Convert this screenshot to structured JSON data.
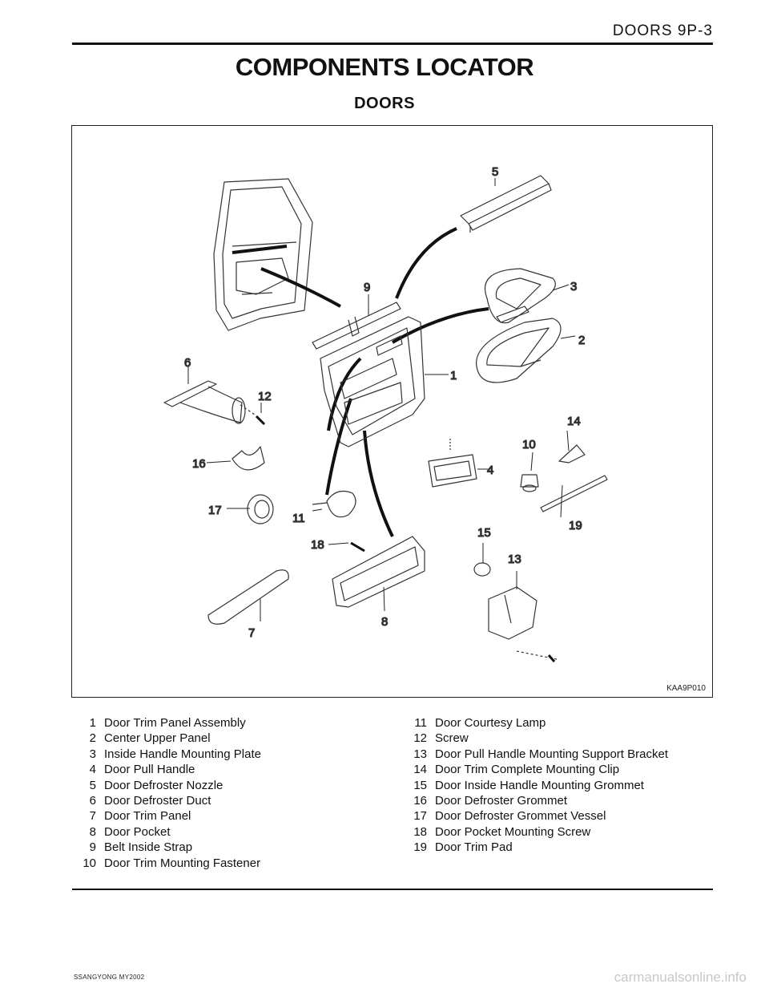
{
  "header": {
    "section": "DOORS  9P-3"
  },
  "title": "COMPONENTS LOCATOR",
  "subtitle": "DOORS",
  "figure": {
    "code": "KAA9P010",
    "callouts": [
      "1",
      "2",
      "3",
      "4",
      "5",
      "6",
      "7",
      "8",
      "9",
      "10",
      "11",
      "12",
      "13",
      "14",
      "15",
      "16",
      "17",
      "18",
      "19"
    ]
  },
  "legend": {
    "left": [
      {
        "num": "1",
        "text": "Door Trim Panel Assembly"
      },
      {
        "num": "2",
        "text": "Center Upper Panel"
      },
      {
        "num": "3",
        "text": "Inside Handle Mounting Plate"
      },
      {
        "num": "4",
        "text": "Door Pull Handle"
      },
      {
        "num": "5",
        "text": "Door Defroster Nozzle"
      },
      {
        "num": "6",
        "text": "Door Defroster Duct"
      },
      {
        "num": "7",
        "text": "Door Trim Panel"
      },
      {
        "num": "8",
        "text": "Door Pocket"
      },
      {
        "num": "9",
        "text": "Belt Inside Strap"
      },
      {
        "num": "10",
        "text": "Door Trim Mounting Fastener"
      }
    ],
    "right": [
      {
        "num": "11",
        "text": "Door Courtesy Lamp"
      },
      {
        "num": "12",
        "text": "Screw"
      },
      {
        "num": "13",
        "text": "Door Pull Handle Mounting Support Bracket"
      },
      {
        "num": "14",
        "text": "Door Trim Complete Mounting Clip"
      },
      {
        "num": "15",
        "text": "Door Inside Handle Mounting Grommet"
      },
      {
        "num": "16",
        "text": "Door Defroster Grommet"
      },
      {
        "num": "17",
        "text": "Door Defroster Grommet Vessel"
      },
      {
        "num": "18",
        "text": "Door Pocket Mounting Screw"
      },
      {
        "num": "19",
        "text": "Door Trim Pad"
      }
    ]
  },
  "footer": {
    "left": "SSANGYONG  MY2002",
    "watermark": "carmanualsonline.info"
  }
}
